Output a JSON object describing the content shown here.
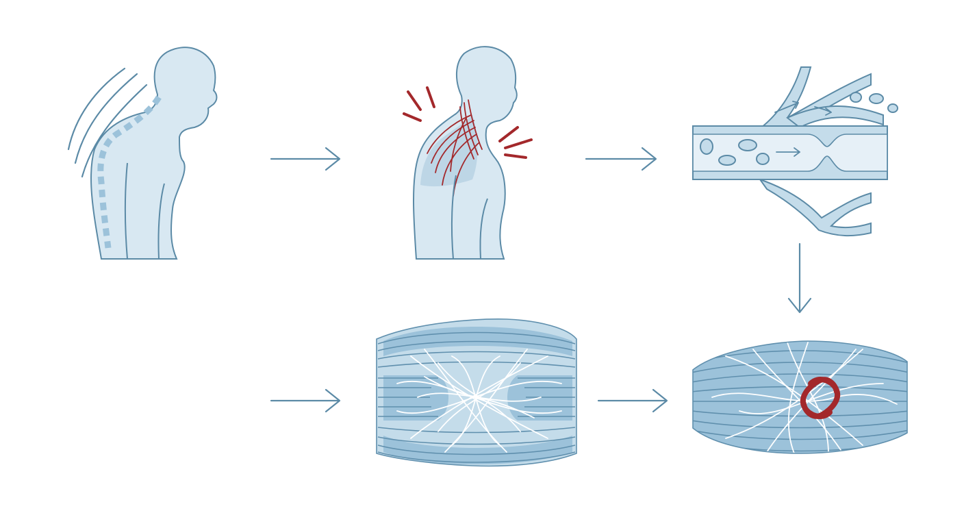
{
  "palette": {
    "outline": "#5b8aa6",
    "fill_light": "#d8e8f2",
    "muscle_fill": "#9cc2da",
    "muscle_fill_light": "#c4dcea",
    "fiber": "#5f8fad",
    "alert_red": "#a3282b",
    "fascia_white": "#ffffff",
    "arrow": "#5b8aa6"
  },
  "icons": [
    "hunched-posture-icon",
    "neck-shoulder-tension-icon",
    "constricted-blood-vessel-icon",
    "tangled-muscle-fibers-icon",
    "muscle-knot-icon"
  ],
  "flow": {
    "arrows": [
      "right",
      "right",
      "down",
      "right",
      "right"
    ]
  }
}
